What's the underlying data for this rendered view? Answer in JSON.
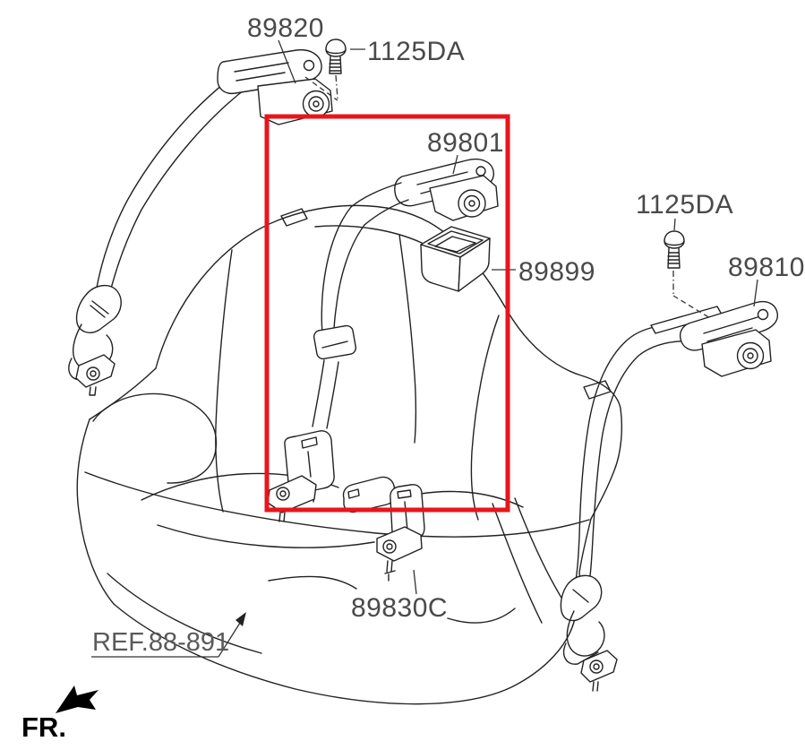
{
  "colors": {
    "highlight": "#e8151b",
    "line": "#222222",
    "label": "#4a4a4a",
    "reference": "#5a5a5a",
    "front": "#000000"
  },
  "callouts": {
    "belt_left": "89820",
    "bolt_left": "1125DA",
    "belt_center": "89801",
    "tray": "89899",
    "bolt_right": "1125DA",
    "belt_right": "89810",
    "buckle_center": "89830C"
  },
  "reference_link": "REF.88-891",
  "front_marker": "FR."
}
